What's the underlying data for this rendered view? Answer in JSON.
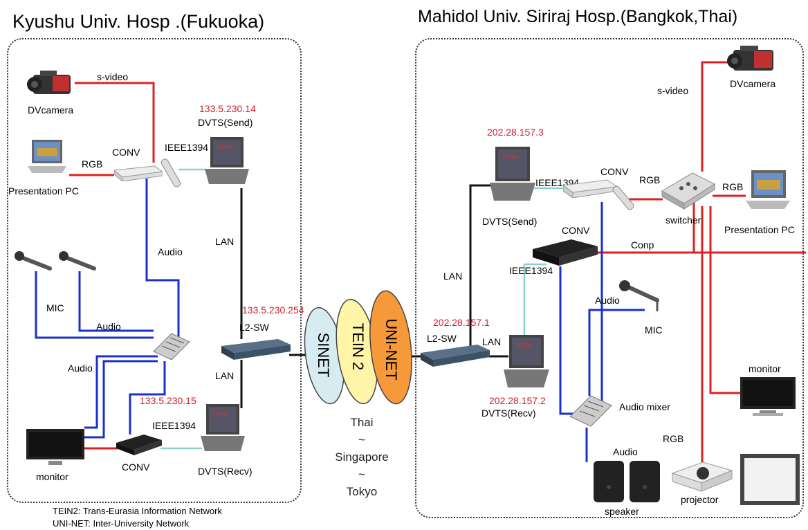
{
  "left_site": {
    "title": "Kyushu  Univ.  Hosp .(Fukuoka)",
    "labels": {
      "s_video": "s-video",
      "dvcamera": "DVcamera",
      "rgb": "RGB",
      "conv_top": "CONV",
      "presentation_pc": "Presentation PC",
      "ieee1394_top": "IEEE1394",
      "ip_send": "133.5.230.14",
      "dvts_send": "DVTS(Send)",
      "audio_1": "Audio",
      "lan_top": "LAN",
      "mic": "MIC",
      "audio_2": "Audio",
      "audio_3": "Audio",
      "ip_switch": "133.5.230.254",
      "l2sw": "L2-SW",
      "lan_bottom": "LAN",
      "ip_recv": "133.5.230.15",
      "ieee1394_bottom": "IEEE1394",
      "monitor": "monitor",
      "conv_bottom": "CONV",
      "dvts_recv": "DVTS(Recv)"
    }
  },
  "right_site": {
    "title": "Mahidol Univ. Siriraj Hosp.(Bangkok,Thai)",
    "labels": {
      "s_video": "s-video",
      "dvcamera": "DVcamera",
      "ip_send": "202.28.157.3",
      "ieee1394_top": "IEEE1394",
      "conv_top": "CONV",
      "rgb_1": "RGB",
      "rgb_2": "RGB",
      "switcher": "switcher",
      "presentation_pc": "Presentation PC",
      "dvts_send": "DVTS(Send)",
      "conv_mid": "CONV",
      "conp": "Conp",
      "lan": "LAN",
      "ieee1394_mid": "IEEE1394",
      "audio_1": "Audio",
      "ip_switch": "202.28.157.1",
      "l2sw": "L2-SW",
      "lan_2": "LAN",
      "mic": "MIC",
      "monitor": "monitor",
      "ip_recv": "202.28.157.2",
      "dvts_recv": "DVTS(Recv)",
      "audio_mixer": "Audio  mixer",
      "rgb_3": "RGB",
      "audio_2": "Audio",
      "projector": "projector",
      "speaker": "speaker"
    }
  },
  "networks": [
    "SINET",
    "TEIN 2",
    "UNI-NET"
  ],
  "network_colors": [
    "#d6ecf0",
    "#fff5a8",
    "#f5993a"
  ],
  "route": [
    "Thai",
    "~",
    "Singapore",
    "~",
    "Tokyo"
  ],
  "legend": [
    {
      "abbr": "TEIN2",
      "full": "Trans-Eurasia Information Network"
    },
    {
      "abbr": "UNI-NET",
      "full": "Inter-University Network"
    }
  ],
  "colors": {
    "video": "#e02020",
    "audio": "#1a2fd0",
    "lan": "#111111",
    "ieee1394": "#8fcfcf"
  }
}
